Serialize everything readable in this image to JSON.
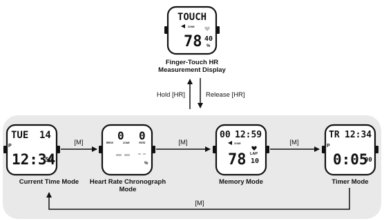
{
  "touch_display": {
    "top_text": "TOUCH",
    "zone_label": "ZONE",
    "heart_rate": "78",
    "percent_value": "40",
    "percent_sign": "%",
    "caption_line1": "Finger-Touch HR",
    "caption_line2": "Measurement Display"
  },
  "current_time_mode": {
    "day": "TUE",
    "date": "14",
    "indicator": "P",
    "time": "12:34",
    "seconds": "56",
    "caption": "Current Time Mode"
  },
  "chronograph_mode": {
    "left_value": "0",
    "right_value": "0",
    "max_label": "MAX",
    "zone_label": "ZONE",
    "avg_label": "AVG",
    "percent_sign": "%",
    "caption_line1": "Heart Rate Chronograph",
    "caption_line2": "Mode"
  },
  "memory_mode": {
    "top_digits": "00",
    "top_time": "12:59",
    "zone_label": "ZONE",
    "heart_rate": "78",
    "lap_label": "LAP",
    "lap_value": "10",
    "caption": "Memory Mode"
  },
  "timer_mode": {
    "top_label": "TR",
    "top_time": "12:34",
    "indicator": "P",
    "timer": "0:05",
    "hundredths": "00",
    "caption": "Timer Mode"
  },
  "edges": {
    "hold_label": "Hold [HR]",
    "release_label": "Release [HR]",
    "m_label_1": "[M]",
    "m_label_2": "[M]",
    "m_label_3": "[M]",
    "m_label_return": "[M]"
  },
  "colors": {
    "panel_background": "#e9e9e9",
    "line": "#111111"
  }
}
